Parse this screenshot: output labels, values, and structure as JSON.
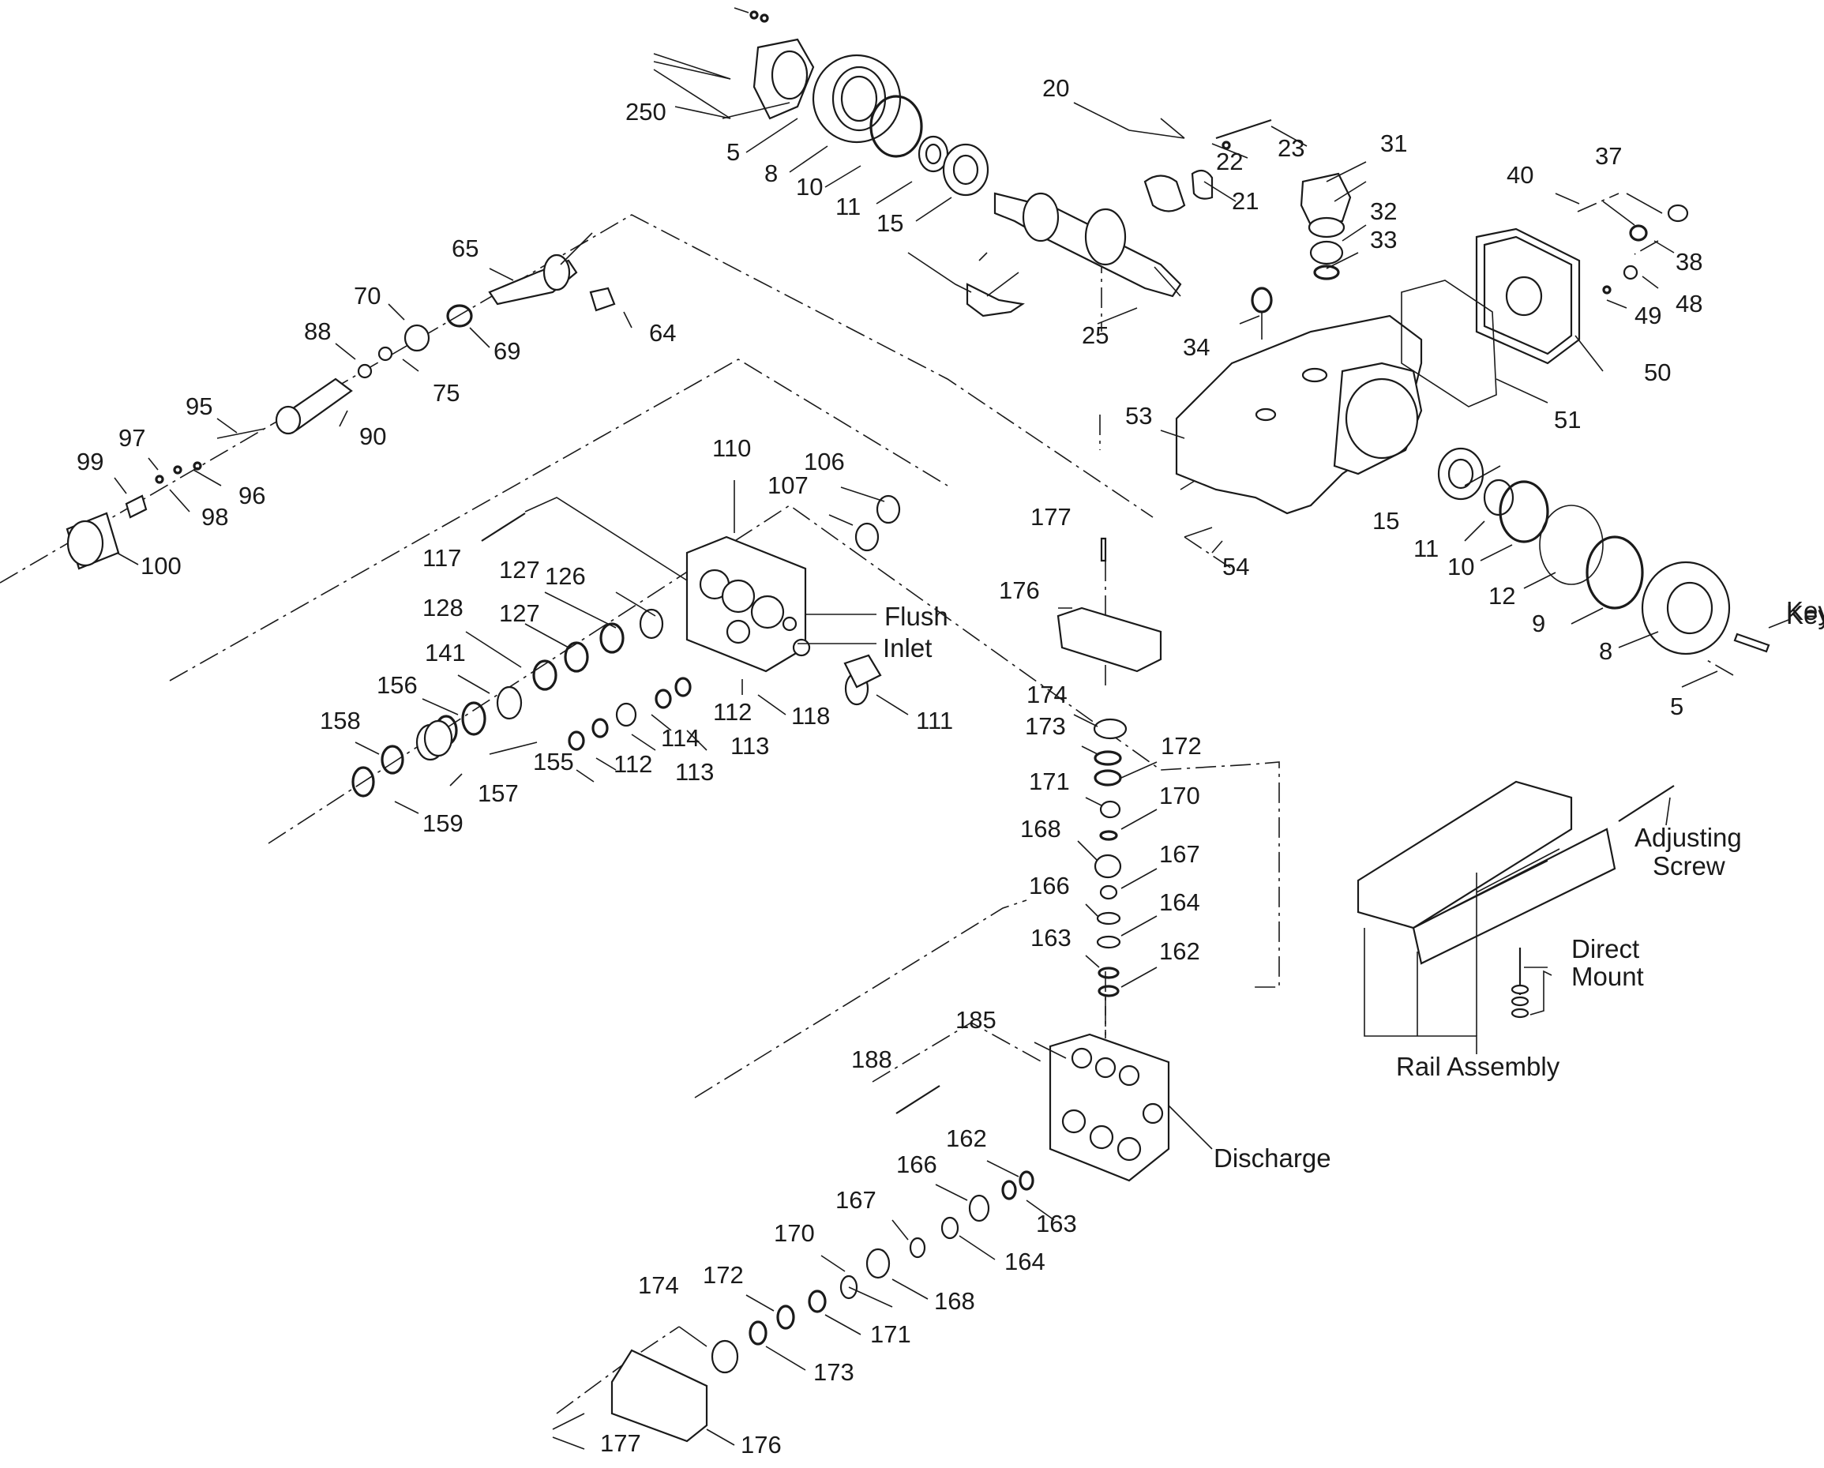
{
  "part_labels": [
    "250",
    "5",
    "8",
    "10",
    "11",
    "15",
    "20",
    "22",
    "23",
    "21",
    "31",
    "32",
    "33",
    "40",
    "37",
    "38",
    "48",
    "49",
    "50",
    "51",
    "65",
    "64",
    "70",
    "69",
    "88",
    "75",
    "90",
    "95",
    "97",
    "96",
    "99",
    "98",
    "100",
    "25",
    "34",
    "53",
    "54",
    "15",
    "11",
    "10",
    "12",
    "9",
    "8",
    "5",
    "Key",
    "110",
    "106",
    "107",
    "117",
    "127",
    "126",
    "128",
    "127",
    "141",
    "156",
    "158",
    "155",
    "157",
    "159",
    "112",
    "113",
    "114",
    "118",
    "112",
    "113",
    "111",
    "177",
    "176",
    "174",
    "173",
    "172",
    "171",
    "170",
    "168",
    "167",
    "166",
    "164",
    "163",
    "162",
    "185",
    "188",
    "162",
    "166",
    "163",
    "167",
    "164",
    "170",
    "168",
    "172",
    "171",
    "174",
    "173",
    "177",
    "176"
  ],
  "callouts": {
    "flush": "Flush",
    "inlet": "Inlet",
    "discharge": "Discharge",
    "key": "Key",
    "adjusting_screw_line1": "Adjusting",
    "adjusting_screw_line2": "Screw",
    "direct_mount_line1": "Direct",
    "direct_mount_line2": "Mount",
    "rail_assembly": "Rail Assembly"
  }
}
